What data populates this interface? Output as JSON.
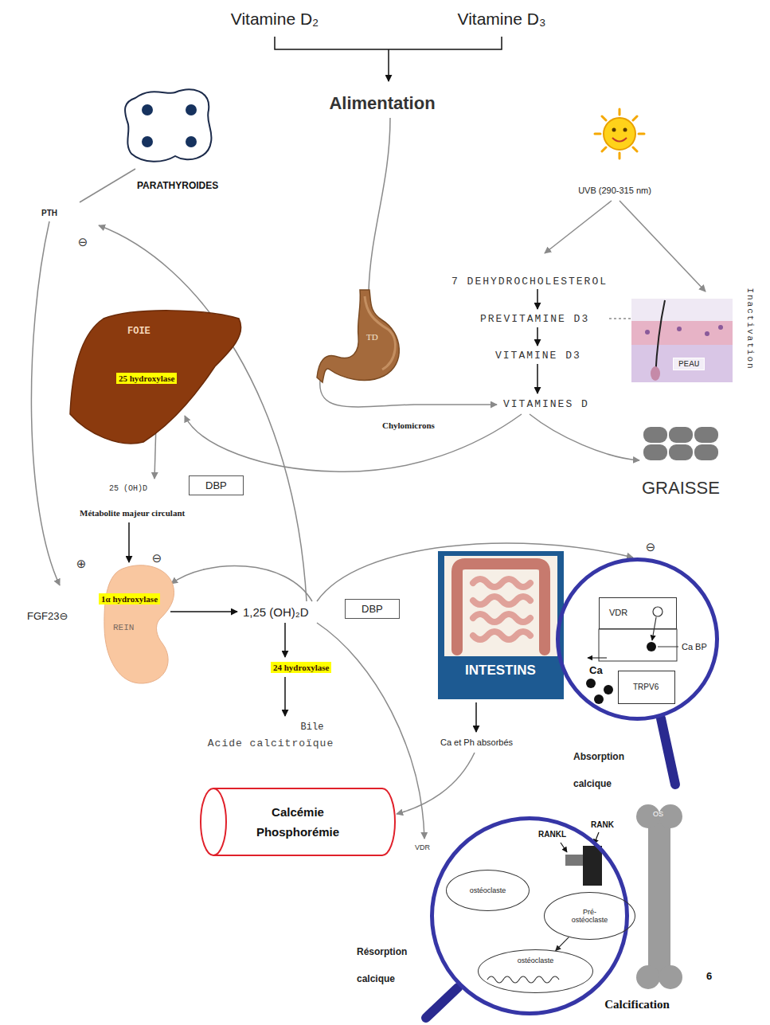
{
  "diagram": {
    "nodes": [
      {
        "text": [
          "PARATHYROIDES"
        ]
      },
      {
        "text": [
          "TD"
        ]
      },
      {
        "text": [
          "PEAU"
        ]
      },
      {
        "text": [
          "FOIE"
        ]
      },
      {
        "text": [
          "25 hydroxylase"
        ],
        "in": 3
      },
      {
        "text": [
          "GRAISSE"
        ]
      },
      {
        "text": [
          "DBP"
        ]
      },
      {
        "text": [
          "REIN"
        ]
      },
      {
        "text": [
          "1α hydroxylase"
        ],
        "in": 7
      },
      {
        "text": [
          "DBP"
        ]
      },
      {
        "text": [
          "INTESTINS"
        ]
      },
      {
        "text": [
          "Absorption calcique"
        ]
      },
      {
        "text": [
          "VDR"
        ],
        "in": 11
      },
      {
        "text": [
          "TRPV6"
        ],
        "in": 11
      },
      {
        "text": [
          "24 hydroxylase"
        ]
      },
      {
        "text": [
          "Calcémie Phosphorémie"
        ]
      },
      {
        "text": [
          "Résorption calcique"
        ]
      },
      {
        "text": [
          "ostéoclaste"
        ],
        "in": 16
      },
      {
        "text": [
          "Pré-ostéoclaste"
        ],
        "in": 16
      },
      {
        "text": [
          "ostéoclaste"
        ],
        "in": 16
      },
      {
        "text": [
          "OS"
        ]
      }
    ],
    "edges": [
      {
        "from": 18,
        "to": 19,
        "arrow": "to"
      }
    ],
    "labels": [
      "Vitamine D₂",
      "Vitamine D₃",
      "Alimentation",
      "UVB (290-315 nm)",
      "7 DEHYDROCHOLESTEROL",
      "PREVITAMINE D3",
      "VITAMINE D3",
      "VITAMINES D",
      "Inactivation",
      "PTH",
      "⊖",
      "Chylomicrons",
      "25 (OH)D",
      "Métabolite majeur circulant",
      "⊕",
      "⊖",
      "FGF23⊖",
      "1,25 (OH)₂D",
      "⊖",
      "Bile",
      "Acide calcitroïque",
      "Ca et Ph absorbés",
      "VDR",
      "Ca BP",
      "Ca",
      "RANKL",
      "RANK",
      "Calcification",
      "6"
    ]
  }
}
